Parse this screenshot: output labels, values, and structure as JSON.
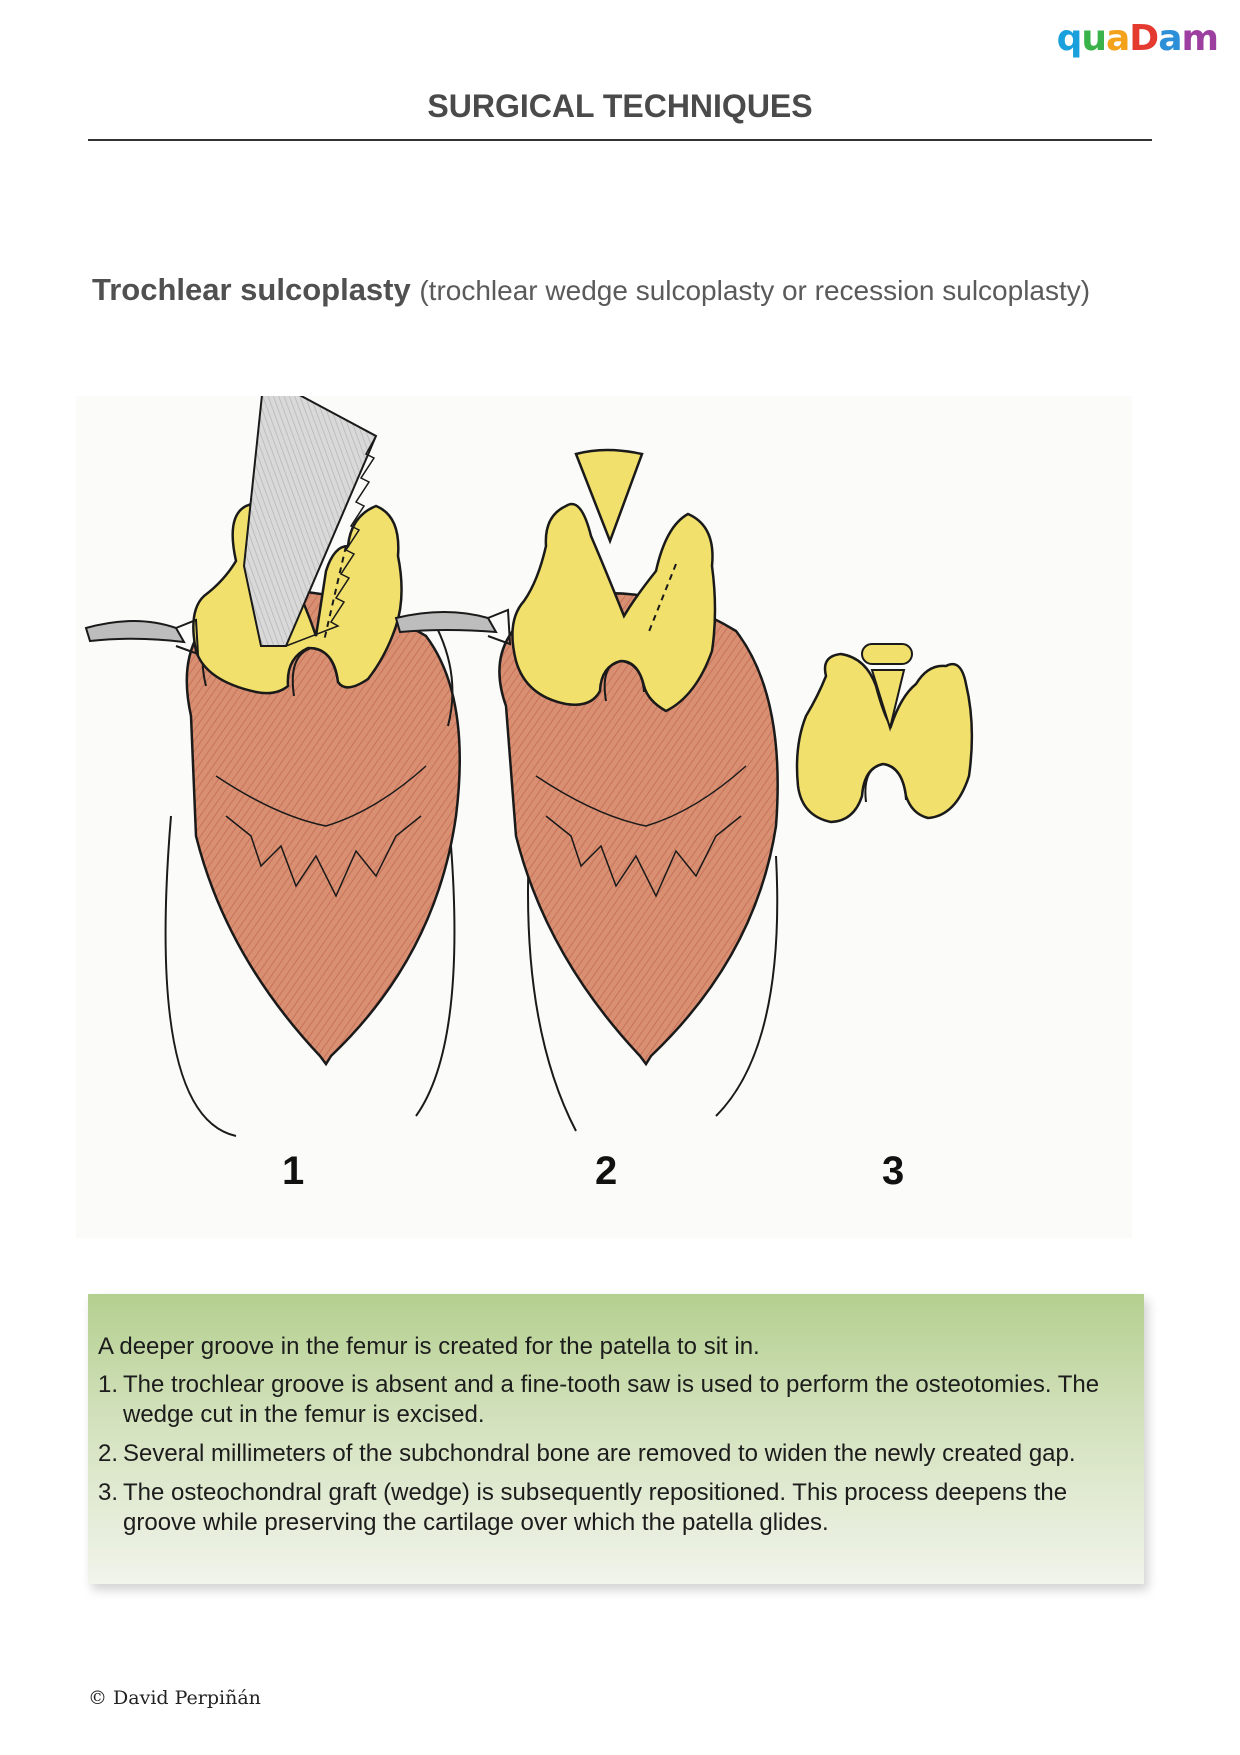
{
  "logo": {
    "letters": [
      "q",
      "u",
      "a",
      "D",
      "a",
      "m"
    ],
    "colors": [
      "#1aa0dc",
      "#39b24a",
      "#f4a21a",
      "#e43a2f",
      "#2d8fd8",
      "#9c3fa0"
    ]
  },
  "header": {
    "title": "SURGICAL TECHNIQUES"
  },
  "subtitle": {
    "main": "Trochlear sulcoplasty",
    "paren": "(trochlear wedge sulcoplasty or recession sulcoplasty)"
  },
  "figure": {
    "labels": [
      "1",
      "2",
      "3"
    ],
    "colors": {
      "bone": "#f2e36e",
      "tissue": "#d88a6f",
      "saw": "#cfcfcf",
      "outline": "#1a1a1a"
    }
  },
  "info": {
    "intro": "A deeper groove in the femur is created for the patella to sit in.",
    "steps": [
      {
        "num": "1.",
        "text": "The trochlear groove is absent and a fine-tooth saw is used to perform the osteotomies. The wedge cut in the femur is excised."
      },
      {
        "num": "2.",
        "text": "Several millimeters of the subchondral bone are removed to widen the newly created gap."
      },
      {
        "num": "3.",
        "text": "The osteochondral graft (wedge) is subsequently repositioned. This process deepens the groove while preserving the cartilage over which the patella glides."
      }
    ]
  },
  "footer": {
    "copyright": "© David Perpiñán"
  }
}
